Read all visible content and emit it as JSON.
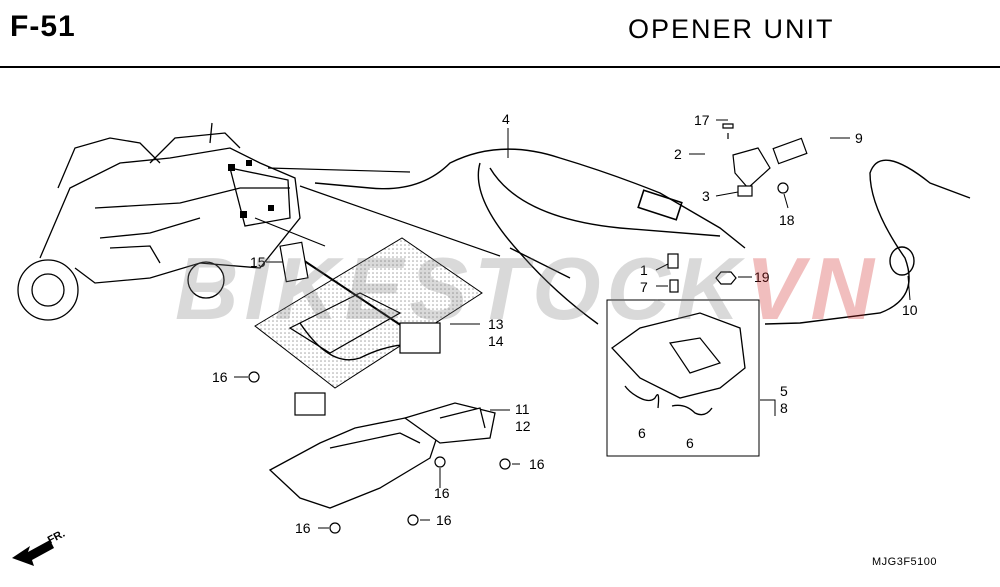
{
  "header": {
    "code": "F-51",
    "title": "OPENER  UNIT"
  },
  "watermark": {
    "part1": "BIKESTOCK",
    "part2": "VN"
  },
  "callouts": {
    "c1": "1",
    "c2": "2",
    "c3": "3",
    "c4": "4",
    "c5": "5",
    "c6a": "6",
    "c6b": "6",
    "c7": "7",
    "c8": "8",
    "c9": "9",
    "c10": "10",
    "c11": "11",
    "c12": "12",
    "c13": "13",
    "c14": "14",
    "c15": "15",
    "c16a": "16",
    "c16b": "16",
    "c16c": "16",
    "c16d": "16",
    "c16e": "16",
    "c17": "17",
    "c18": "18",
    "c19": "19"
  },
  "direction": {
    "label": "FR."
  },
  "footer": {
    "code": "MJG3F5100"
  }
}
